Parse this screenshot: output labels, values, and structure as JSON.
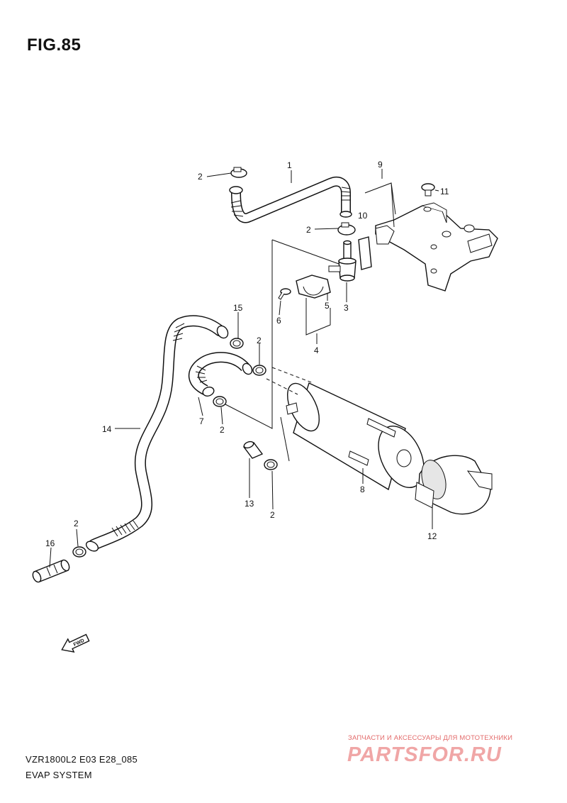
{
  "figure": {
    "title": "FIG.85"
  },
  "footer": {
    "model_code": "VZR1800L2 E03 E28_085",
    "section_name": "EVAP SYSTEM"
  },
  "callouts": {
    "c1": "1",
    "c2a": "2",
    "c2b": "2",
    "c2c": "2",
    "c2d": "2",
    "c2e": "2",
    "c2f": "2",
    "c3": "3",
    "c4": "4",
    "c5": "5",
    "c6": "6",
    "c7": "7",
    "c8": "8",
    "c9": "9",
    "c10": "10",
    "c11": "11",
    "c12": "12",
    "c13": "13",
    "c14": "14",
    "c15": "15",
    "c16": "16"
  },
  "fwd_label": "FWD",
  "watermark": {
    "tagline": "ЗАПЧАСТИ И АКСЕССУАРЫ ДЛЯ МОТОТЕХНИКИ",
    "brand": "PARTSFOR.RU",
    "color": "#e36b6b"
  }
}
